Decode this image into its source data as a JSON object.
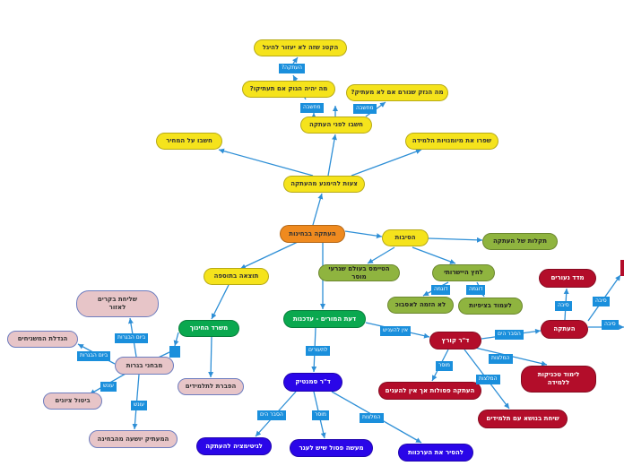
{
  "nodes": {
    "root": "העתקה בבחינות",
    "tools": "צעות להימנע מהעתקה",
    "think": "חשבו לפני העתקה",
    "q_sense": "הקטנ שזה לא יעזור להיגל",
    "q_caught": "מה יהיה הגוק אם תעתיקו?",
    "q_cause": "מה הנזק שגורם אם לא מעתיק?",
    "price": "חשבו על המחיר",
    "collab": "שפרו את מיומנויות הלמידה",
    "reasons": "הסיבות",
    "consequences": "תקלות של העתקה",
    "social": "הטיימס בעולם שגרעי מוסר",
    "pressure": "לחץ היישרותי",
    "no_time": "לא הזמה לאסבוכ",
    "grades": "לעמוד בציפיות",
    "outcomes": "תוצאה בתוספה",
    "school": "משרד החינוך",
    "plagiarism": "הפברת לתלמידים",
    "teacher_ed": "דעת המורים - עדכנות",
    "sharing": "שליחת בקרים\nלאזור",
    "honor": "הגדלת המשגיחים",
    "exam_super": "מבחני בגרות",
    "hide": "ביטול ציונים",
    "teacher_note": "המעתיק יושעה מהבחינה",
    "dr_a": "ד\"ר סמנטיק",
    "b1": "לגיטימציה להעתקה",
    "b2": "מעשה פסול שיש לעגר",
    "b3": "להסיר את הערכוות",
    "dr_b": "ד\"ר קורץ",
    "c1": "העתקה פסולות אך אין להענים",
    "c2": "שיחת בנושא עם תלמידים",
    "c3": "לימוד טכניקות\nללמידה",
    "c4": "העתקה",
    "c5": "מדד נעורים"
  },
  "tags": {
    "t_think1": "העתקה?",
    "t_think2": "מחשבה",
    "t_think3": "מחשבה",
    "t_press1": "דוגמה",
    "t_press2": "דוגמה",
    "t_school1": "ביום הבגרות",
    "t_school2": "ביום הבגרות",
    "t_school3": "עונש",
    "t_school4": "עונש",
    "t_td1": "לתעורים",
    "t_td2": "אין להעניש",
    "t_a1": "הסבר הים",
    "t_a2": "מוסר",
    "t_a3": "המלצות",
    "t_b1": "הסבר הים",
    "t_b2": "מוסר",
    "t_b3": "המלצות",
    "t_b4": "המלצות",
    "t_c1": "סיבה",
    "t_c2": "סיבה",
    "t_c3": "סיבה"
  },
  "colors": {
    "edge": "#2e8fd6",
    "yellow": "#f5e31c",
    "orange": "#ef8a1f",
    "green": "#0aa84f",
    "red": "#b30d2a",
    "blue": "#2a06e8",
    "pink": "#e7c5c8",
    "olive": "#8fb43f",
    "tag": "#1a8fdc"
  }
}
